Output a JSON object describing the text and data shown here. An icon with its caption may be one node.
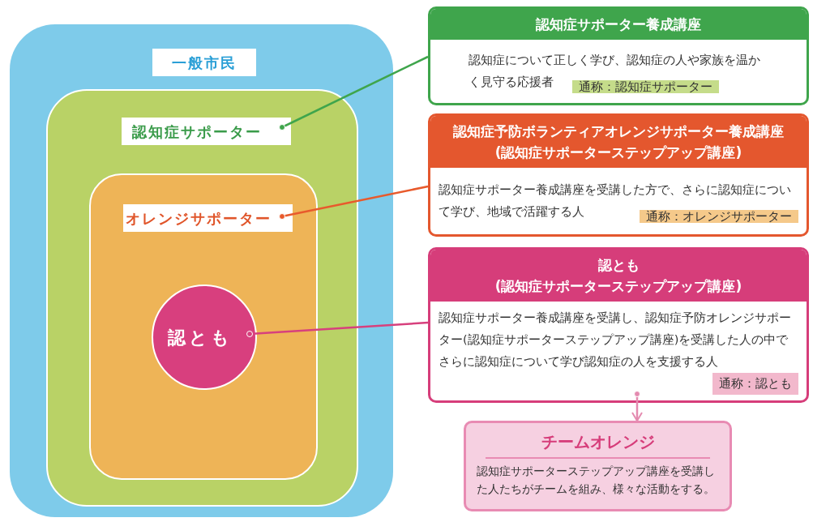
{
  "diagram": {
    "nodes": [
      {
        "text": [
          "一般市民"
        ]
      },
      {
        "text": [
          "認知症サポーター"
        ],
        "in": 0
      },
      {
        "text": [
          "オレンジサポーター"
        ],
        "in": 1
      },
      {
        "text": [
          "認とも"
        ],
        "in": 2
      },
      {
        "text": [
          "認知症サポーター養成講座",
          "認知症について正しく学び、認知症の人や家族を温かく見守る応援者",
          "通称：認知症サポーター"
        ]
      },
      {
        "text": [
          "認知症予防ボランティアオレンジサポーター養成講座",
          "(認知症サポーターステップアップ講座)",
          "認知症サポーター養成講座を受講した方で、さらに認知症について学び、地域で活躍する人",
          "通称：オレンジサポーター"
        ]
      },
      {
        "text": [
          "認とも",
          "(認知症サポーターステップアップ講座)",
          "認知症サポーター養成講座を受講し、認知症予防オレンジサポーター(認知症サポーターステップアップ講座)を受講した人の中でさらに認知症について学び認知症の人を支援する人",
          "通称：認とも"
        ]
      },
      {
        "text": [
          "チームオレンジ",
          "認知症サポーターステップアップ講座を受講した人たちがチームを組み、様々な活動をする。"
        ]
      }
    ],
    "edges": [
      {
        "from": 1,
        "to": 4,
        "arrow": "other",
        "color": "#3fa54c"
      },
      {
        "from": 2,
        "to": 5,
        "arrow": "other",
        "color": "#e85a2c"
      },
      {
        "from": 3,
        "to": 6,
        "arrow": "other",
        "color": "#d7407d"
      },
      {
        "from": 6,
        "to": 7,
        "arrow": "to",
        "color": "#e48bb0"
      }
    ]
  }
}
